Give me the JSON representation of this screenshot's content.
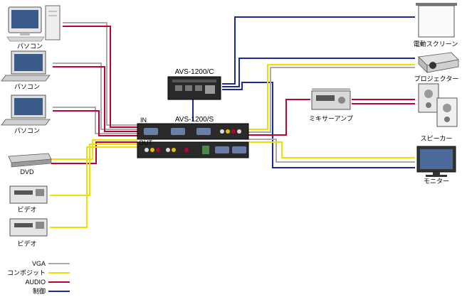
{
  "labels": {
    "pc1": "パソコン",
    "pc2": "パソコン",
    "pc3": "パソコン",
    "dvd": "DVD",
    "video1": "ビデオ",
    "video2": "ビデオ",
    "avs_c": "AVS-1200/C",
    "avs_s": "AVS-1200/S",
    "port_in": "IN",
    "port_out": "OUT",
    "screen": "電動スクリーン",
    "projector": "プロジェクター",
    "amp": "ミキサーアンプ",
    "speaker": "スピーカー",
    "monitor": "モニター"
  },
  "legend": [
    {
      "label": "VGA",
      "color": "#aaaaaa"
    },
    {
      "label": "コンポジット",
      "color": "#f0e000"
    },
    {
      "label": "AUDIO",
      "color": "#c00030"
    },
    {
      "label": "制御",
      "color": "#1a2a9a"
    }
  ],
  "colors": {
    "vga": "#aaaaaa",
    "composite": "#f0e000",
    "audio": "#c00030",
    "control": "#1a2a9a",
    "device_dark": "#2a2a2a",
    "device_light": "#e8e8e8"
  }
}
